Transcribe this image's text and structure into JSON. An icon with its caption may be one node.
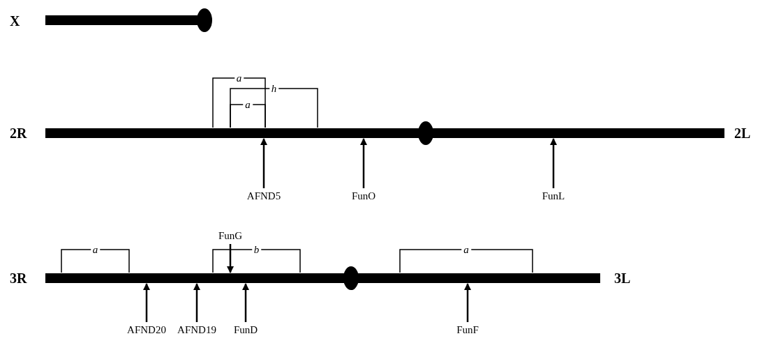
{
  "diagram": {
    "nodes": [
      {
        "text": [],
        "shape": "bar",
        "beside": [
          "X"
        ]
      },
      {
        "text": [],
        "shape": "bar",
        "beside": [
          "2R",
          "2L"
        ]
      },
      {
        "text": [],
        "shape": "bar",
        "beside": [
          "3R",
          "3L"
        ]
      },
      {
        "text": [
          "AFND5"
        ]
      },
      {
        "text": [
          "FunO"
        ]
      },
      {
        "text": [
          "FunL"
        ]
      },
      {
        "text": [
          "FunG"
        ]
      },
      {
        "text": [
          "AFND20"
        ]
      },
      {
        "text": [
          "AFND19"
        ]
      },
      {
        "text": [
          "FunD"
        ]
      },
      {
        "text": [
          "FunF"
        ]
      }
    ],
    "edges": [
      {
        "from": 3,
        "to": 1,
        "arrow": "to"
      },
      {
        "from": 4,
        "to": 1,
        "arrow": "to"
      },
      {
        "from": 5,
        "to": 1,
        "arrow": "to"
      },
      {
        "from": 6,
        "to": 2,
        "arrow": "to"
      },
      {
        "from": 7,
        "to": 2,
        "arrow": "to"
      },
      {
        "from": 8,
        "to": 2,
        "arrow": "to"
      },
      {
        "from": 9,
        "to": 2,
        "arrow": "to"
      },
      {
        "from": 10,
        "to": 2,
        "arrow": "to"
      }
    ],
    "labels": [
      "a",
      "h",
      "a",
      "a",
      "b",
      "a"
    ]
  }
}
